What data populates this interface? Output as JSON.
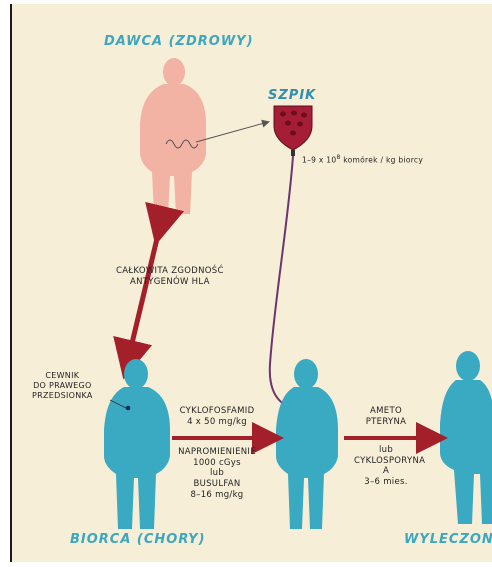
{
  "donor_title": "DAWCA (ZDROWY)",
  "marrow_title": "SZPIK",
  "cell_dose": {
    "prefix": "1–9 x 10",
    "exponent": "8",
    "suffix": " komórek / kg  biorcy"
  },
  "hla_match": [
    "CAŁKOWITA  ZGODNOŚĆ",
    "ANTYGENÓW  HLA"
  ],
  "catheter": [
    "CEWNIK",
    "DO PRAWEGO",
    "PRZEDSIONKA"
  ],
  "conditioning": {
    "drug1": "CYKLOFOSFAMID",
    "dose1": "4 x 50 mg/kg",
    "alt1": "NAPROMIENIENIE",
    "alt1_dose": "1000 cGys",
    "or": "lub",
    "alt2": "BUSULFAN",
    "alt2_dose": "8–16 mg/kg"
  },
  "post_transplant": {
    "line1": "AMETO",
    "line2": "PTERYNA",
    "or": "lub",
    "line3": "CYKLOSPORYNA",
    "line4": "A",
    "line5": "3–6 mies."
  },
  "recipient_title": "BIORCA (CHORY)",
  "cured_title": "WYLECZONY",
  "colors": {
    "background": "#f7eed7",
    "donor": "#f2b2a4",
    "patient": "#3aa9c2",
    "arrow": "#a31f2a",
    "marrow_bag": "#a61e35",
    "tube": "#6b3570",
    "title": "#3ca7bf"
  }
}
